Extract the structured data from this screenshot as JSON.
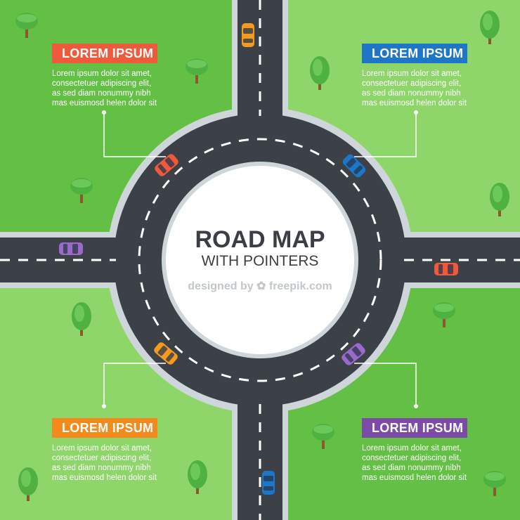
{
  "center": {
    "title": "ROAD MAP",
    "subtitle": "WITH POINTERS",
    "credit": "designed by ✿ freepik.com"
  },
  "pointers": [
    {
      "label": "LOREM IPSUM",
      "color": "#f05a3c",
      "lines": [
        "Lorem ipsum dolor sit amet,",
        "consectetuer adipiscing elit,",
        "as sed diam nonummy nibh",
        "mas euismosd helen dolor sit"
      ]
    },
    {
      "label": "LOREM IPSUM",
      "color": "#1d76c6",
      "lines": [
        "Lorem ipsum dolor sit amet,",
        "consectetuer adipiscing elit,",
        "as sed diam nonummy nibh",
        "mas euismosd helen dolor sit"
      ]
    },
    {
      "label": "LOREM IPSUM",
      "color": "#f48a1c",
      "lines": [
        "Lorem ipsum dolor sit amet,",
        "consectetuer adipiscing elit,",
        "as sed diam nonummy nibh",
        "mas euismosd helen dolor sit"
      ]
    },
    {
      "label": "LOREM IPSUM",
      "color": "#7c4ba8",
      "lines": [
        "Lorem ipsum dolor sit amet,",
        "consectetuer adipiscing elit,",
        "as sed diam nonummy nibh",
        "mas euismosd helen dolor sit"
      ]
    }
  ],
  "colors": {
    "grass_dark": "#63c044",
    "grass_light": "#8fd66a",
    "road": "#3c4047",
    "curb": "#cfd6da",
    "center_circle": "#ffffff"
  },
  "icons": [
    "car-icon",
    "tree-icon"
  ]
}
